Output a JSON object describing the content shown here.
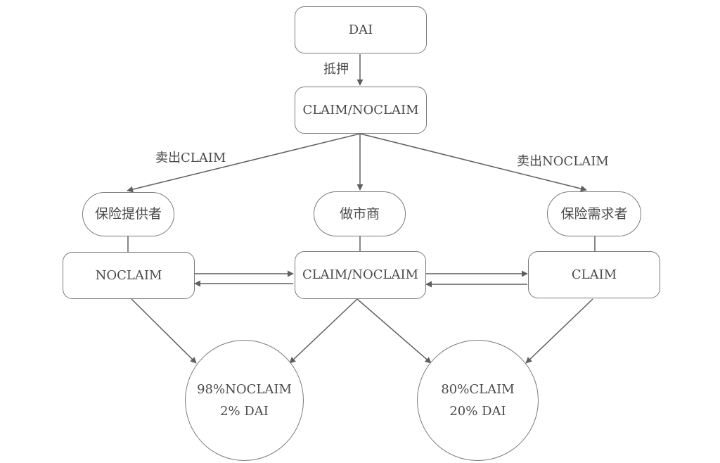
{
  "nodes": {
    "dai": "DAI",
    "claim_noclaim_top": "CLAIM/NOCLAIM",
    "insurance_provider": "保险提供者",
    "market_maker": "做市商",
    "insurance_buyer": "保险需求者",
    "noclaim": "NOCLAIM",
    "claim_noclaim_mid": "CLAIM/NOCLAIM",
    "claim": "CLAIM",
    "portfolio_left_line1": "98%NOCLAIM",
    "portfolio_left_line2": "2% DAI",
    "portfolio_right_line1": "80%CLAIM",
    "portfolio_right_line2": "20% DAI"
  },
  "edge_labels": {
    "collateral": "抵押",
    "sell_claim": "卖出CLAIM",
    "sell_noclaim": "卖出NOCLAIM"
  },
  "colors": {
    "stroke": "#5f5f5f",
    "text": "#4a4a4a"
  }
}
